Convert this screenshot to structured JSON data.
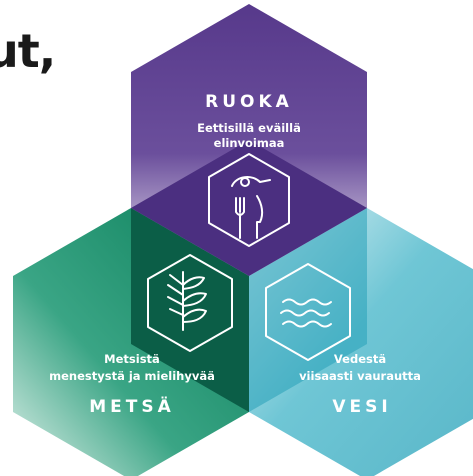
{
  "heading_fragment": "ut,",
  "hexagons": {
    "ruoka": {
      "title": "RUOKA",
      "subtitle_line1": "Eettisillä eväillä",
      "subtitle_line2": "elinvoimaa",
      "icon": "fork-knife-icon",
      "color": "#5a3f8c"
    },
    "metsa": {
      "title": "METSÄ",
      "subtitle_line1": "Metsistä",
      "subtitle_line2": "menestystä ja mielihyvää",
      "icon": "leaf-sprig-icon",
      "color": "#0d7a57"
    },
    "vesi": {
      "title": "VESI",
      "subtitle_line1": "Vedestä",
      "subtitle_line2": "viisaasti vaurautta",
      "icon": "water-waves-icon",
      "color": "#63bfcf"
    }
  },
  "colors": {
    "overlap_purple_green": "#0d4a50",
    "overlap_purple_teal": "#0d4a50"
  }
}
